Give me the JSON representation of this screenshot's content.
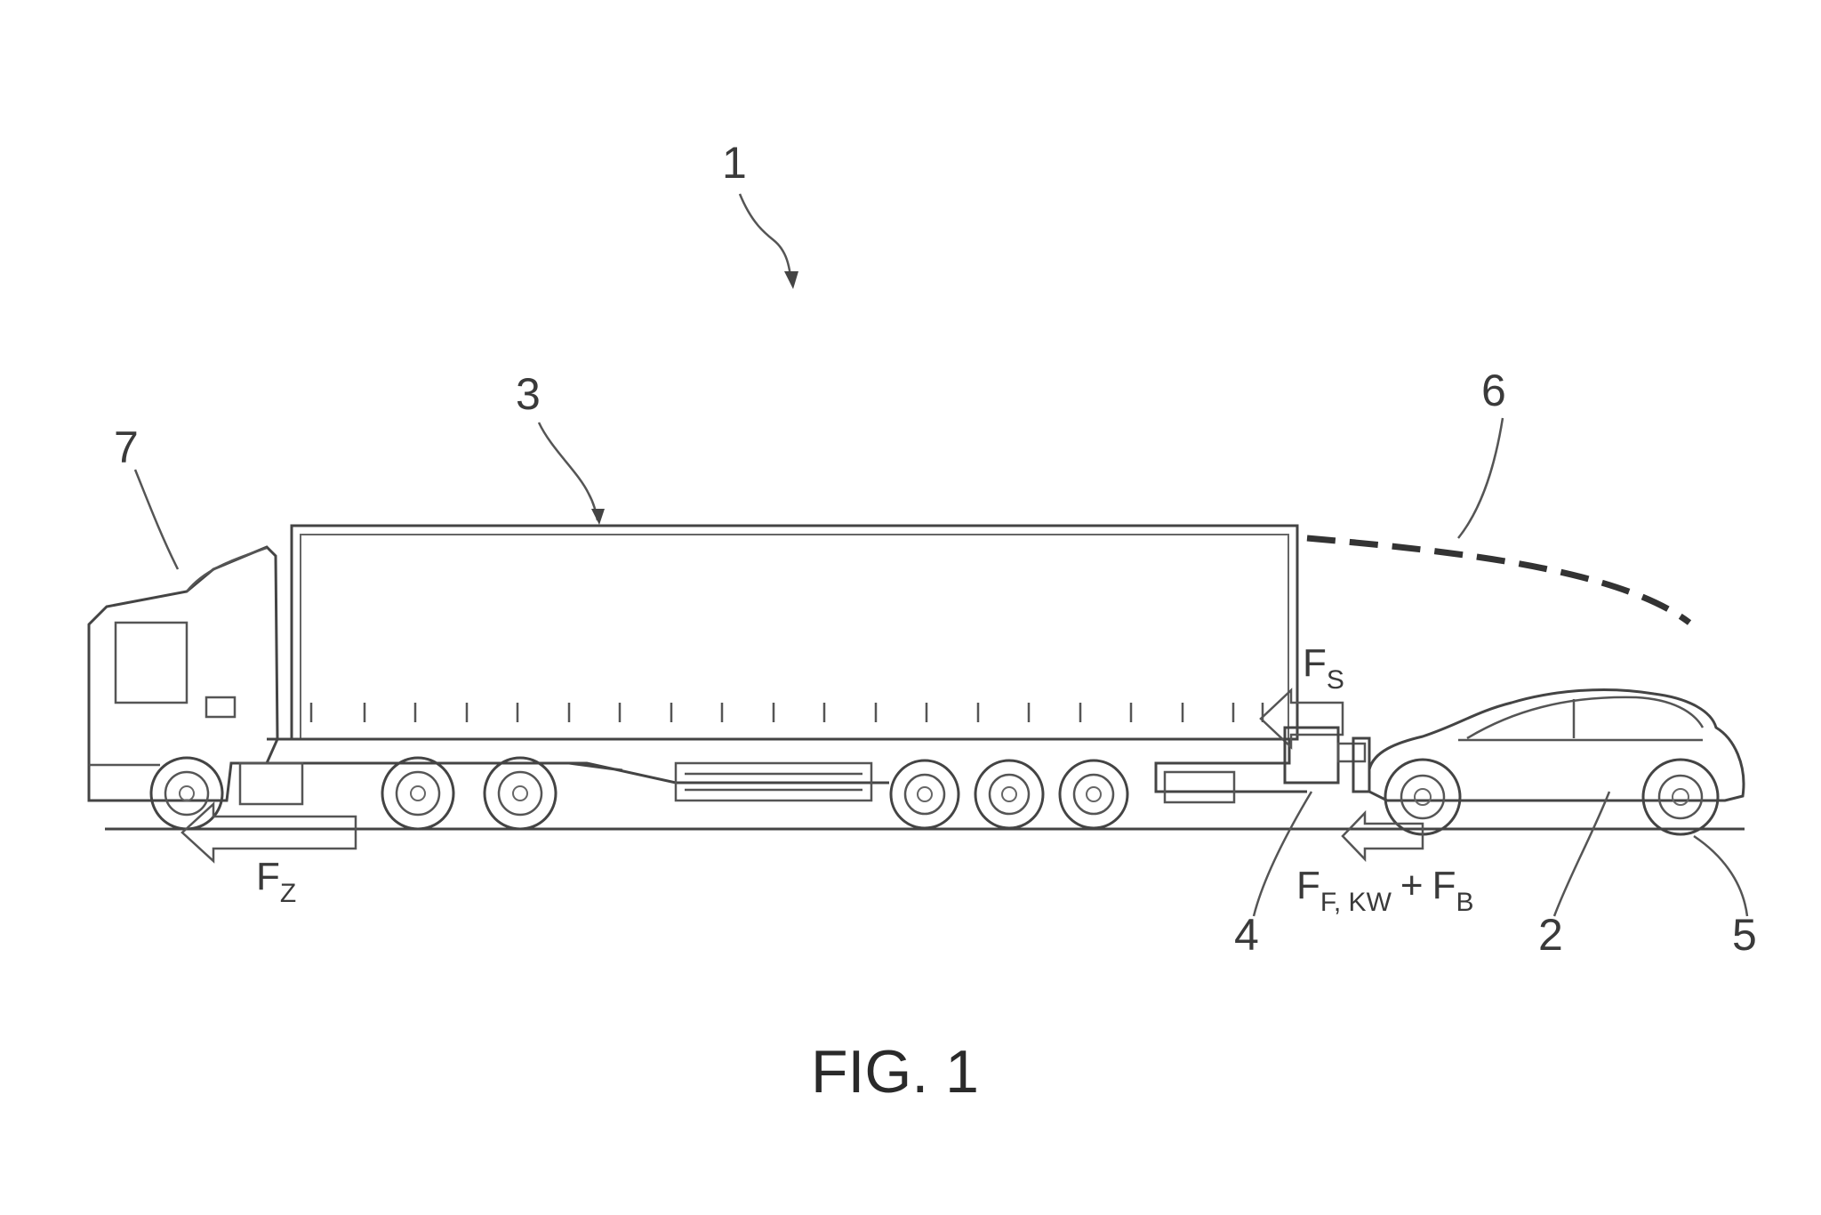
{
  "figure": {
    "caption": "FIG. 1",
    "reference_numerals": {
      "overall": "1",
      "car": "2",
      "trailer": "3",
      "coupling": "4",
      "car_wheel": "5",
      "aero": "6",
      "tractor": "7"
    },
    "forces": {
      "tractor": {
        "main": "F",
        "sub": "Z"
      },
      "trailer_rear": {
        "main": "F",
        "sub": "S"
      },
      "car": {
        "main1": "F",
        "sub1": "F, KW",
        "plus": "+",
        "main2": "F",
        "sub2": "B"
      }
    }
  }
}
